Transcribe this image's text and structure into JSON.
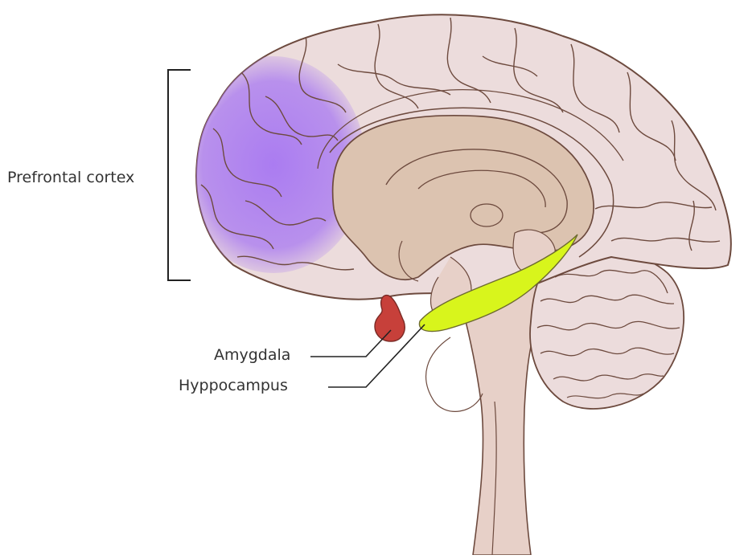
{
  "labels": {
    "prefrontal": "Prefrontal cortex",
    "amygdala": "Amygdala",
    "hippocampus": "Hyppocampus"
  },
  "colors": {
    "background": "#ffffff",
    "cortex_fill": "#ecdcdc",
    "cortex_outline": "#6d4a3e",
    "inner_fill": "#dcc3b0",
    "prefrontal_highlight": "#a777f2",
    "amygdala": "#c7403a",
    "hippocampus": "#d8f51c",
    "cerebellum_fill": "#ecdcdc",
    "brainstem_fill": "#e7d0c8",
    "leader_line": "#222222"
  }
}
